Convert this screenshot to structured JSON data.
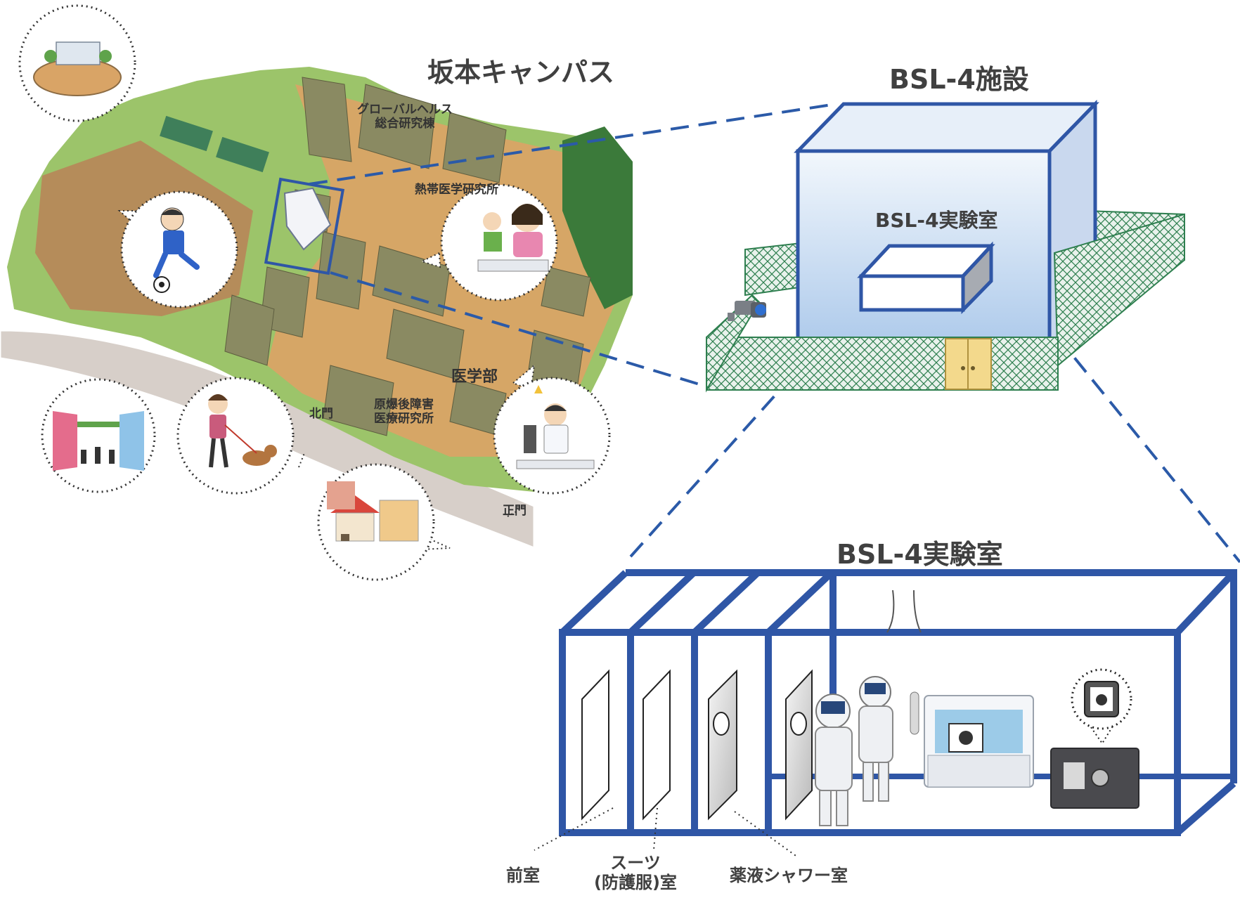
{
  "campus_title": "坂本キャンパス",
  "facility_title": "BSL-4施設",
  "facility_inner_label": "BSL-4実験室",
  "lab_title": "BSL-4実験室",
  "map_labels": {
    "global_health_line1": "グローバルヘルス",
    "global_health_line2": "総合研究棟",
    "tropical_medicine": "熱帯医学研究所",
    "medical_school": "医学部",
    "atomic_bomb_line1": "原爆後障害",
    "atomic_bomb_line2": "医療研究所",
    "north_gate": "北門",
    "main_gate": "正門"
  },
  "rooms": {
    "anteroom": "前室",
    "suit_room_line1": "スーツ",
    "suit_room_line2": "(防護服)室",
    "chemical_shower": "薬液シャワー室"
  },
  "colors": {
    "outline_blue": "#2F56A6",
    "dash_blue": "#2B5AA8",
    "campus_green": "#9CC46A",
    "ground_orange": "#D9A466",
    "building_olive": "#8A8A62",
    "hill_green": "#3B7A3A",
    "road_gray": "#D7CFC9",
    "fence_green": "#2E7F4F",
    "label_gray": "#404040"
  }
}
